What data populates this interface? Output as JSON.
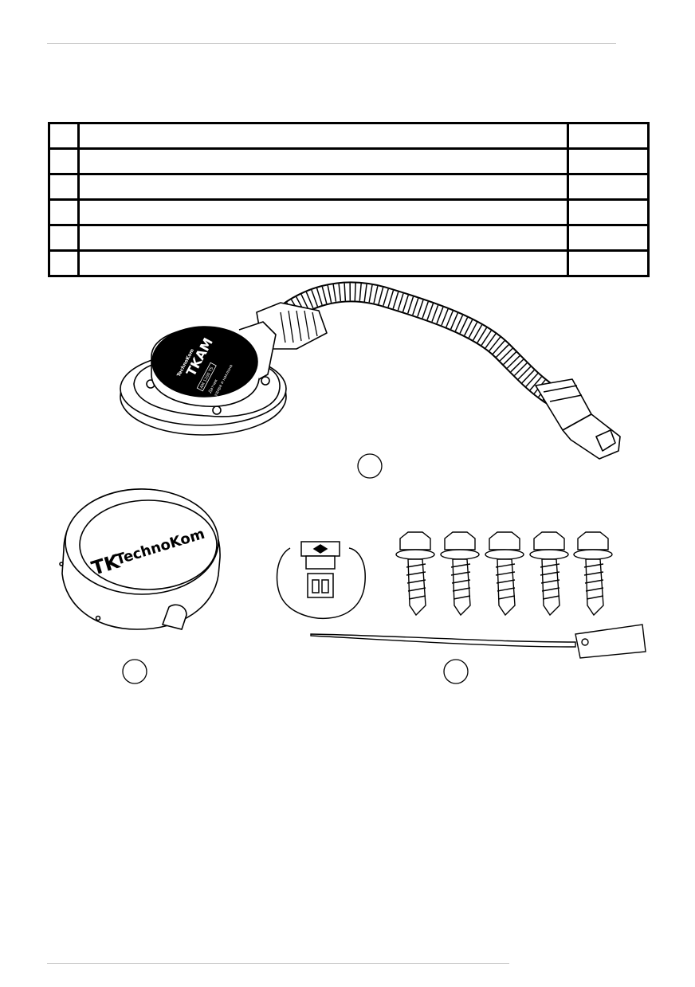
{
  "table": {
    "rows": [
      [
        "",
        "",
        ""
      ],
      [
        "",
        "",
        ""
      ],
      [
        "",
        "",
        ""
      ],
      [
        "",
        "",
        ""
      ],
      [
        "",
        "",
        ""
      ],
      [
        "",
        "",
        ""
      ]
    ]
  },
  "sensor_label": {
    "brand_small": "TechnoKom",
    "model": "TKAM",
    "line1": "AM 1200 TS",
    "line2": "Датчик",
    "line3": "удара и наклона"
  },
  "cap_logo": {
    "mark": "TK",
    "name": "TechnoKom"
  },
  "callouts": [
    "",
    "",
    ""
  ],
  "icons": [
    "sensor-with-cable",
    "protective-cap",
    "fuse-holder",
    "self-tapping-screw",
    "seal-tie"
  ]
}
